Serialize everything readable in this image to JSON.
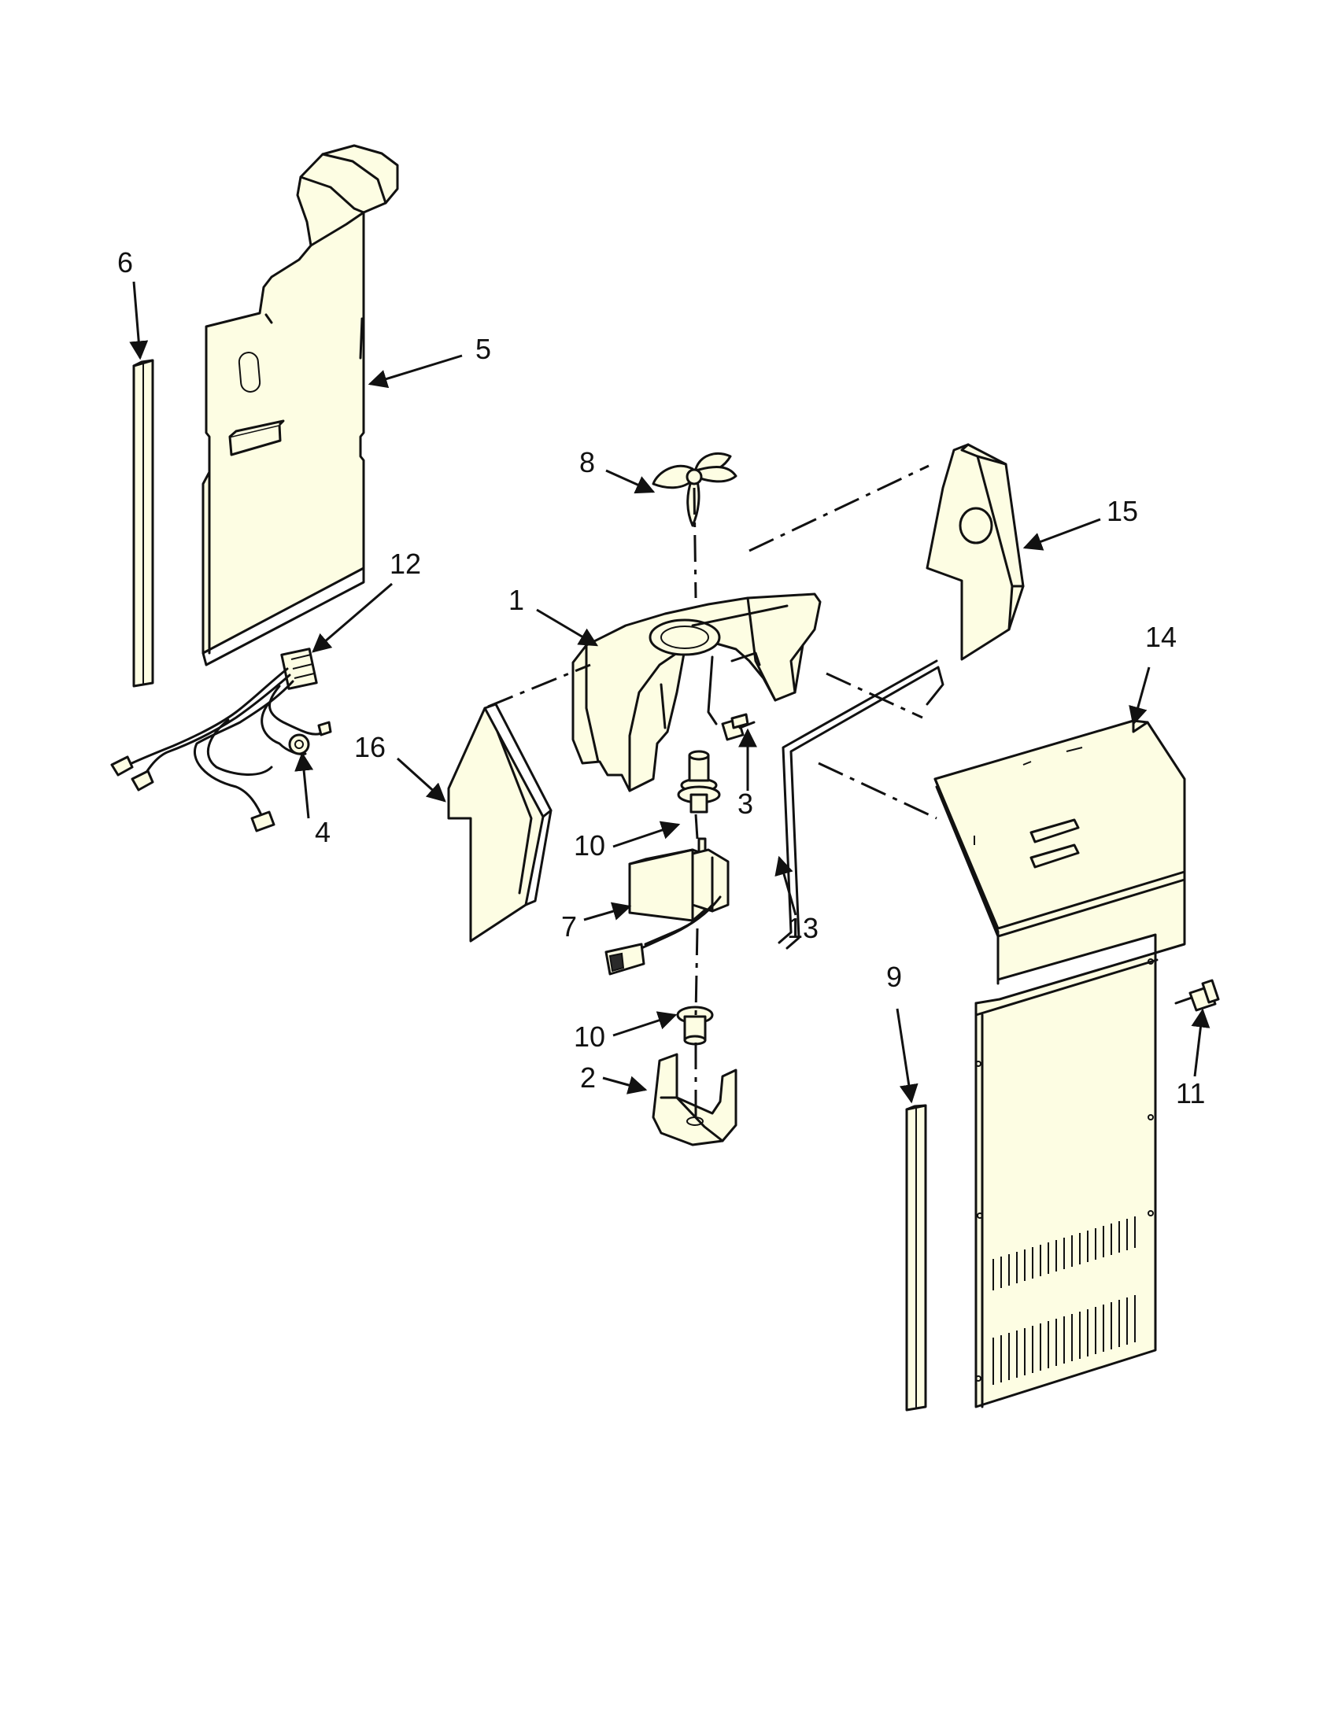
{
  "callouts": {
    "c1": "1",
    "c2": "2",
    "c3": "3",
    "c4": "4",
    "c5": "5",
    "c6": "6",
    "c7": "7",
    "c8": "8",
    "c9": "9",
    "c10a": "10",
    "c10b": "10",
    "c11": "11",
    "c12": "12",
    "c13": "13",
    "c14": "14",
    "c15": "15",
    "c16": "16"
  },
  "colors": {
    "part_fill": "#fdfde3",
    "outline": "#111111",
    "background": "#ffffff"
  }
}
